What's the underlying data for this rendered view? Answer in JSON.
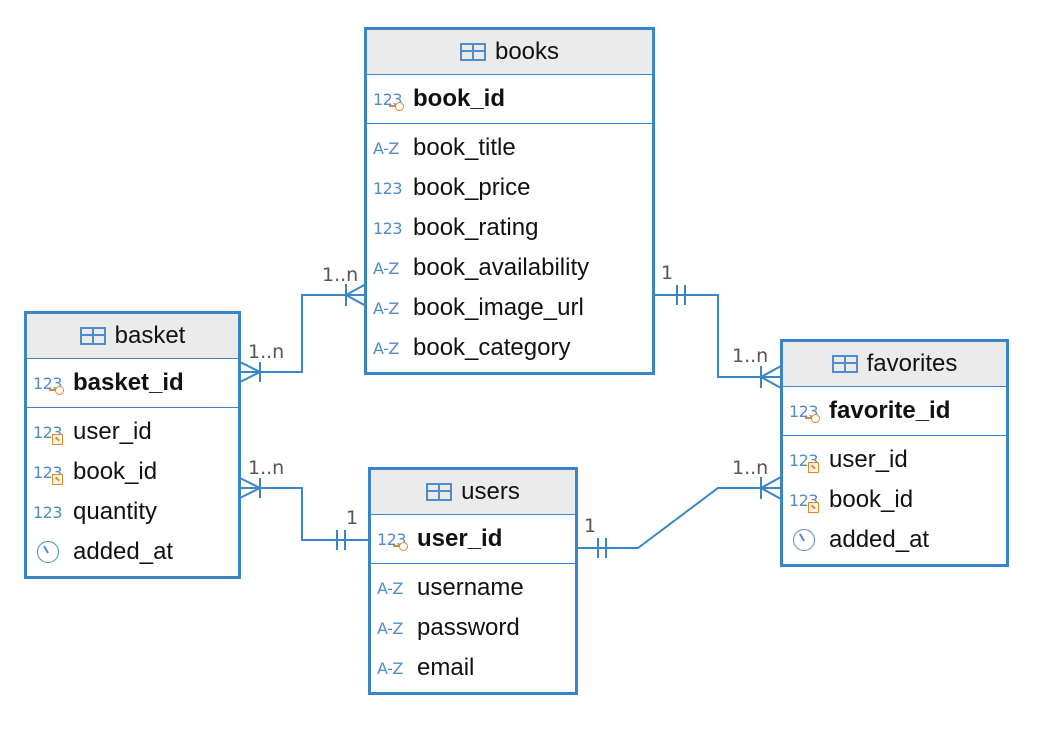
{
  "tables": {
    "books": {
      "name": "books",
      "pk": [
        {
          "name": "book_id",
          "type": "numeric",
          "key": "primary"
        }
      ],
      "columns": [
        {
          "name": "book_title",
          "type": "string"
        },
        {
          "name": "book_price",
          "type": "numeric"
        },
        {
          "name": "book_rating",
          "type": "numeric"
        },
        {
          "name": "book_availability",
          "type": "string"
        },
        {
          "name": "book_image_url",
          "type": "string"
        },
        {
          "name": "book_category",
          "type": "string"
        }
      ]
    },
    "basket": {
      "name": "basket",
      "pk": [
        {
          "name": "basket_id",
          "type": "numeric",
          "key": "primary"
        }
      ],
      "columns": [
        {
          "name": "user_id",
          "type": "numeric",
          "key": "foreign"
        },
        {
          "name": "book_id",
          "type": "numeric",
          "key": "foreign"
        },
        {
          "name": "quantity",
          "type": "numeric"
        },
        {
          "name": "added_at",
          "type": "timestamp"
        }
      ]
    },
    "users": {
      "name": "users",
      "pk": [
        {
          "name": "user_id",
          "type": "numeric",
          "key": "primary"
        }
      ],
      "columns": [
        {
          "name": "username",
          "type": "string"
        },
        {
          "name": "password",
          "type": "string"
        },
        {
          "name": "email",
          "type": "string"
        }
      ]
    },
    "favorites": {
      "name": "favorites",
      "pk": [
        {
          "name": "favorite_id",
          "type": "numeric",
          "key": "primary"
        }
      ],
      "columns": [
        {
          "name": "user_id",
          "type": "numeric",
          "key": "foreign"
        },
        {
          "name": "book_id",
          "type": "numeric",
          "key": "foreign"
        },
        {
          "name": "added_at",
          "type": "timestamp"
        }
      ]
    }
  },
  "icons": {
    "numeric": "123",
    "string": "A-Z",
    "table": "table-icon",
    "timestamp": "clock-icon"
  },
  "relationships": [
    {
      "id": "basket-books",
      "from_table": "basket",
      "to_table": "books",
      "from_label": "1..n",
      "to_label": "1..n"
    },
    {
      "id": "basket-users",
      "from_table": "basket",
      "to_table": "users",
      "from_label": "1..n",
      "to_label": "1"
    },
    {
      "id": "books-favorites",
      "from_table": "books",
      "to_table": "favorites",
      "from_label": "1",
      "to_label": "1..n"
    },
    {
      "id": "users-favorites",
      "from_table": "users",
      "to_table": "favorites",
      "from_label": "1",
      "to_label": "1..n"
    }
  ],
  "colors": {
    "border": "#3a85c6",
    "header_bg": "#ebebeb",
    "type_icon": "#4f8ccc",
    "key_badge": "#e08a2c",
    "label": "#555555"
  }
}
